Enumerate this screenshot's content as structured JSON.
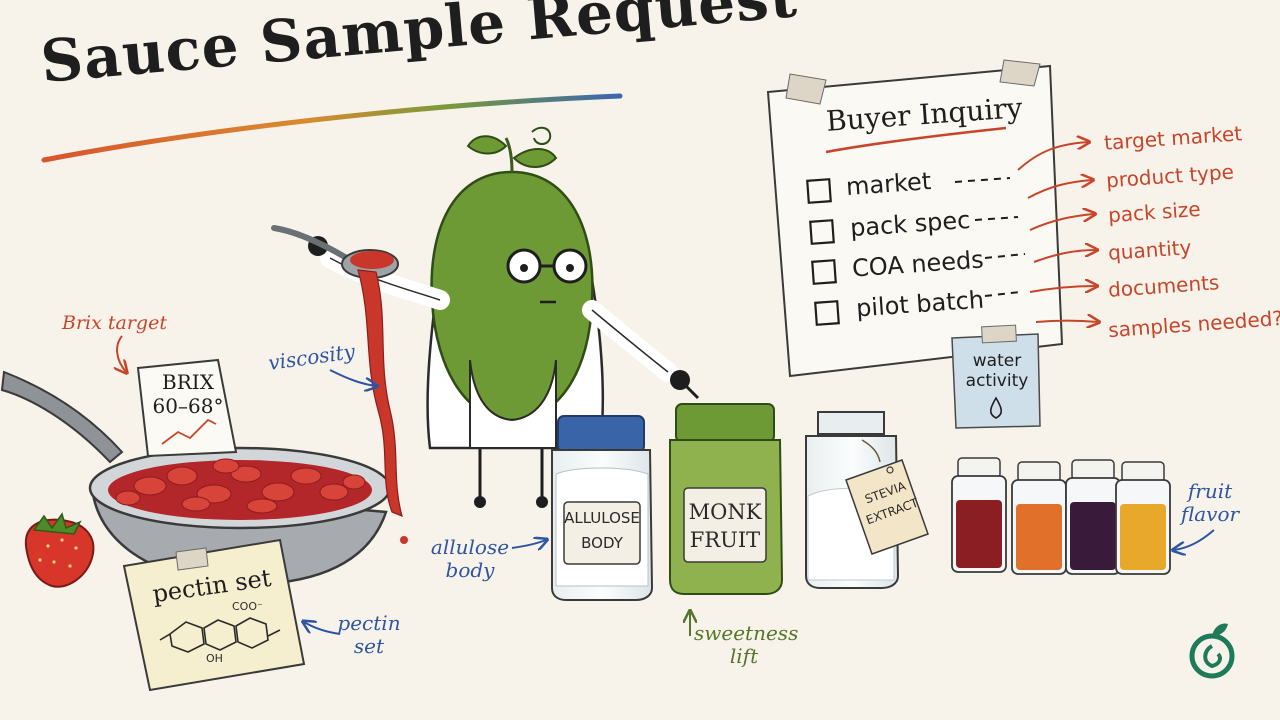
{
  "title": "Sauce Sample Request",
  "buyer_note": {
    "title": "Buyer Inquiry",
    "checklist": [
      {
        "label": "market",
        "checked": false
      },
      {
        "label": "pack spec",
        "checked": false
      },
      {
        "label": "COA needs",
        "checked": false
      },
      {
        "label": "pilot batch",
        "checked": false
      }
    ],
    "outputs": [
      "target market",
      "product type",
      "pack size",
      "quantity",
      "documents",
      "samples needed?"
    ]
  },
  "sticky_water": {
    "line1": "water",
    "line2": "activity"
  },
  "brix_card": {
    "line1": "BRIX",
    "line2": "60–68°"
  },
  "annotations": {
    "brix_target": "Brix target",
    "viscosity": "viscosity",
    "allulose_body_1": "allulose",
    "allulose_body_2": "body",
    "pectin_set_1": "pectin",
    "pectin_set_2": "set",
    "sweetness_1": "sweetness",
    "sweetness_2": "lift",
    "fruit_flavor_1": "fruit",
    "fruit_flavor_2": "flavor"
  },
  "pectin_card": {
    "label": "pectin set",
    "formula_coo": "COO⁻",
    "formula_oh": "OH"
  },
  "jars": {
    "allulose": {
      "line1": "ALLULOSE",
      "line2": "BODY"
    },
    "monk": {
      "line1": "MONK",
      "line2": "FRUIT"
    },
    "stevia": {
      "line1": "STEVIA",
      "line2": "EXTRACT"
    }
  },
  "colors": {
    "ink": "#1e1e1e",
    "accent_red": "#c8452a",
    "accent_blue": "#2f55a0",
    "accent_green": "#55762a",
    "character_green": "#6e9a35",
    "sauce_red": "#c9372a",
    "sticky_blue": "#cfdfea",
    "background": "#f7f3ea"
  },
  "icons": [
    "strawberry-icon",
    "fruit-logo-icon",
    "spoon-icon",
    "check-box-icon",
    "arrow-icon"
  ]
}
